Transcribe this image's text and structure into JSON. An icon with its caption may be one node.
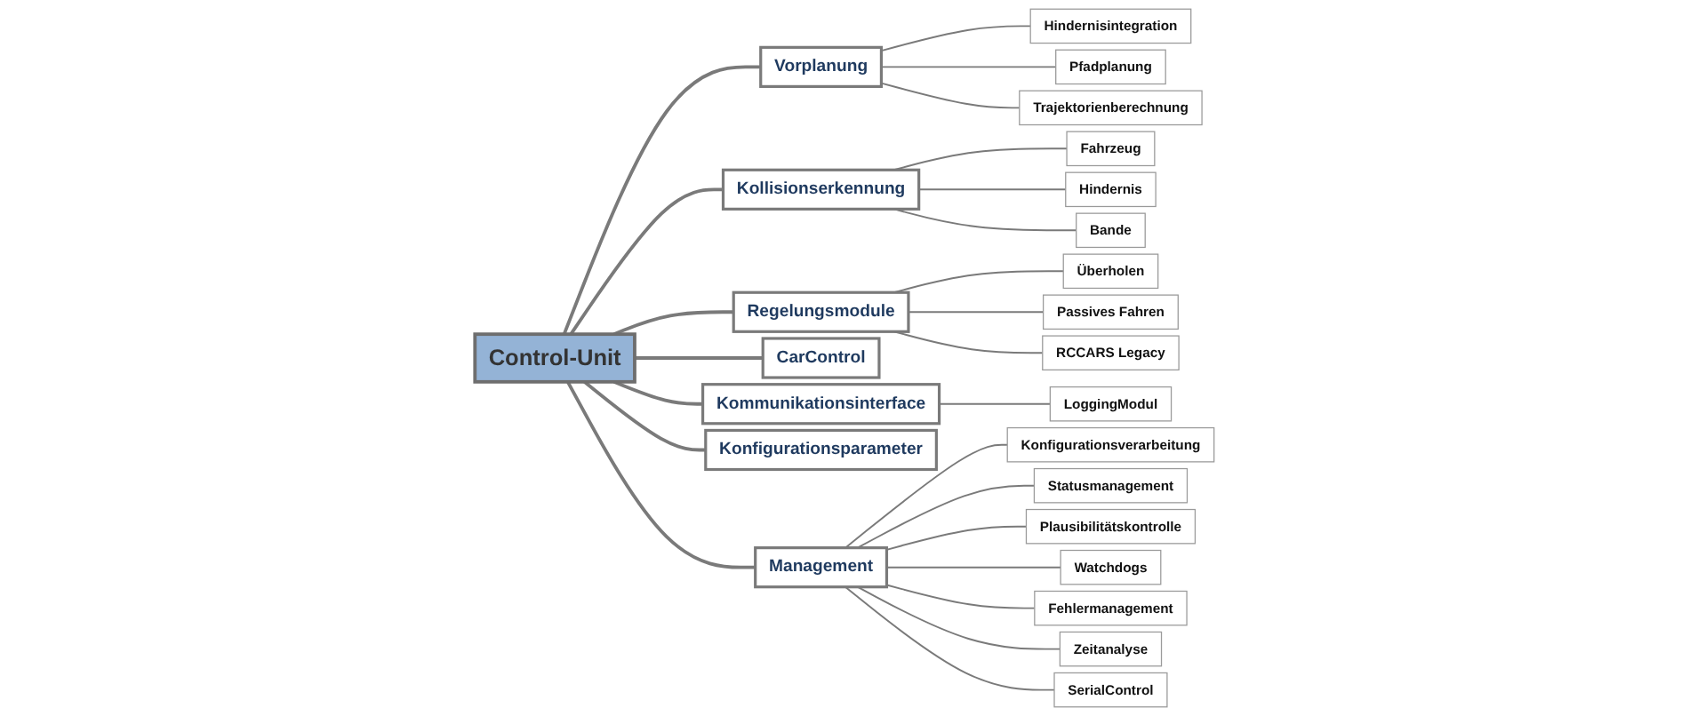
{
  "diagram": {
    "nodes": [
      {
        "text": [
          "Control-Unit"
        ]
      },
      {
        "text": [
          "Vorplanung"
        ]
      },
      {
        "text": [
          "Hindernisintegration"
        ]
      },
      {
        "text": [
          "Pfadplanung"
        ]
      },
      {
        "text": [
          "Trajektorienberechnung"
        ]
      },
      {
        "text": [
          "Kollisionserkennung"
        ]
      },
      {
        "text": [
          "Fahrzeug"
        ]
      },
      {
        "text": [
          "Hindernis"
        ]
      },
      {
        "text": [
          "Bande"
        ]
      },
      {
        "text": [
          "Regelungsmodule"
        ]
      },
      {
        "text": [
          "Überholen"
        ]
      },
      {
        "text": [
          "Passives Fahren"
        ]
      },
      {
        "text": [
          "RCCARS Legacy"
        ]
      },
      {
        "text": [
          "CarControl"
        ]
      },
      {
        "text": [
          "Kommunikationsinterface"
        ]
      },
      {
        "text": [
          "LoggingModul"
        ]
      },
      {
        "text": [
          "Management"
        ]
      },
      {
        "text": [
          "Konfigurationsverarbeitung"
        ]
      },
      {
        "text": [
          "Statusmanagement"
        ]
      },
      {
        "text": [
          "Plausibilitätskontrolle"
        ]
      },
      {
        "text": [
          "Watchdogs"
        ]
      },
      {
        "text": [
          "Fehlermanagement"
        ]
      },
      {
        "text": [
          "Zeitanalyse"
        ]
      },
      {
        "text": [
          "SerialControl"
        ]
      },
      {
        "text": [
          "Konfigurationsparameter"
        ]
      }
    ],
    "edges": [
      {
        "from": 0,
        "to": 1,
        "arrow": "none"
      },
      {
        "from": 1,
        "to": 2,
        "arrow": "none"
      },
      {
        "from": 1,
        "to": 3,
        "arrow": "none"
      },
      {
        "from": 1,
        "to": 4,
        "arrow": "none"
      },
      {
        "from": 0,
        "to": 5,
        "arrow": "none"
      },
      {
        "from": 5,
        "to": 6,
        "arrow": "none"
      },
      {
        "from": 5,
        "to": 7,
        "arrow": "none"
      },
      {
        "from": 5,
        "to": 8,
        "arrow": "none"
      },
      {
        "from": 0,
        "to": 9,
        "arrow": "none"
      },
      {
        "from": 9,
        "to": 10,
        "arrow": "none"
      },
      {
        "from": 9,
        "to": 11,
        "arrow": "none"
      },
      {
        "from": 9,
        "to": 12,
        "arrow": "none"
      },
      {
        "from": 0,
        "to": 13,
        "arrow": "none"
      },
      {
        "from": 0,
        "to": 14,
        "arrow": "none"
      },
      {
        "from": 14,
        "to": 15,
        "arrow": "none"
      },
      {
        "from": 0,
        "to": 16,
        "arrow": "none"
      },
      {
        "from": 16,
        "to": 17,
        "arrow": "none"
      },
      {
        "from": 16,
        "to": 18,
        "arrow": "none"
      },
      {
        "from": 16,
        "to": 19,
        "arrow": "none"
      },
      {
        "from": 16,
        "to": 20,
        "arrow": "none"
      },
      {
        "from": 16,
        "to": 21,
        "arrow": "none"
      },
      {
        "from": 16,
        "to": 22,
        "arrow": "none"
      },
      {
        "from": 16,
        "to": 23,
        "arrow": "none"
      },
      {
        "from": 0,
        "to": 24,
        "arrow": "none"
      }
    ]
  }
}
